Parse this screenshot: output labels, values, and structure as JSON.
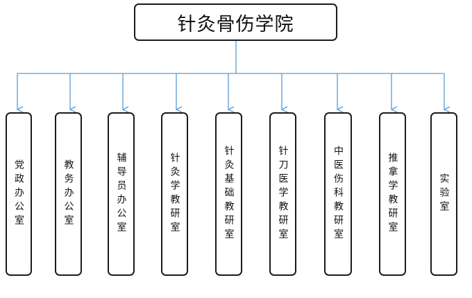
{
  "diagram": {
    "root": "针灸骨伤学院",
    "departments": [
      "党政办公室",
      "教务办公室",
      "辅导员办公室",
      "针灸学教研室",
      "针灸基础教研室",
      "针刀医学教研室",
      "中医伤科教研室",
      "推拿学教研室",
      "实验室"
    ],
    "connector_color": "#5b9bd5",
    "border_color": "#1a1a1a"
  }
}
